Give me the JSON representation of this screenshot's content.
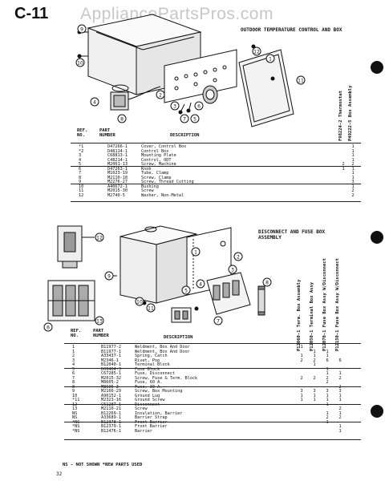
{
  "page_code": "C-11",
  "watermark": "AppliancePartsPros.com",
  "page_number": "32",
  "footnote": "NS - NOT SHOWN    *NEW PARTS USED",
  "section1": {
    "title": "OUTDOOR TEMPERATURE CONTROL AND BOX",
    "columns": [
      "F98224-2 Thermostat",
      "P49222-5 Box Assembly"
    ],
    "ref_header": [
      "REF.",
      "NO."
    ],
    "part_header": [
      "PART",
      "NUMBER"
    ],
    "desc_header": "DESCRIPTION",
    "callouts": [
      "1",
      "2",
      "3",
      "4",
      "5",
      "6",
      "7",
      "8",
      "9",
      "10",
      "11",
      "12"
    ],
    "rows": [
      {
        "ref": "1",
        "mark": "*",
        "part": "D47266-1",
        "desc": "Cover, Control Box",
        "q": [
          "",
          "1"
        ]
      },
      {
        "ref": "2",
        "mark": "*",
        "part": "D48114-1",
        "desc": "Control Box",
        "q": [
          "",
          "1"
        ]
      },
      {
        "ref": "3",
        "mark": "",
        "part": "C68813-1",
        "desc": "Mounting Plate",
        "q": [
          "",
          "1"
        ]
      },
      {
        "ref": "4",
        "mark": "",
        "part": "C48214-1",
        "desc": "Control, ODT",
        "q": [
          "",
          "1"
        ]
      },
      {
        "ref": "5",
        "mark": "",
        "part": "M2061-13",
        "desc": "Screw, Machine",
        "q": [
          "2",
          "2"
        ]
      },
      {
        "ref": "6",
        "mark": "",
        "part": "D47263-1",
        "desc": "Knob",
        "q": [
          "1",
          "1"
        ]
      },
      {
        "ref": "7",
        "mark": "",
        "part": "M1023-19",
        "desc": "Tube, Clamp",
        "q": [
          "",
          "1"
        ]
      },
      {
        "ref": "8",
        "mark": "",
        "part": "M2110-18",
        "desc": "Screw, Clamp",
        "q": [
          "",
          "1"
        ]
      },
      {
        "ref": "9",
        "mark": "",
        "part": "M2276-27",
        "desc": "Screw, Thread Cutting",
        "q": [
          "",
          "3"
        ]
      },
      {
        "ref": "10",
        "mark": "",
        "part": "A40672-1",
        "desc": "Bushing",
        "q": [
          "",
          "1"
        ]
      },
      {
        "ref": "11",
        "mark": "",
        "part": "M2015-30",
        "desc": "Screw",
        "q": [
          "",
          "2"
        ]
      },
      {
        "ref": "12",
        "mark": "",
        "part": "M2740-5",
        "desc": "Washer, Non-Metal",
        "q": [
          "",
          "2"
        ]
      }
    ]
  },
  "section2": {
    "title": "DISCONNECT AND FUSE BOX ASSEMBLY",
    "columns": [
      "P12060-1 Term. Box Assembly",
      "P12050-1 Terminal Box Assy",
      "P12070-1 Fuse Box Assy W/Disconnect",
      "P12150-1 Fuse Box Assy W/Disconnect"
    ],
    "ref_header": [
      "REF.",
      "NO."
    ],
    "part_header": [
      "PART",
      "NUMBER"
    ],
    "desc_header": "DESCRIPTION",
    "callouts": [
      "1",
      "2",
      "3",
      "4",
      "5",
      "6",
      "7",
      "8",
      "9",
      "10",
      "11",
      "12",
      "13"
    ],
    "rows": [
      {
        "ref": "1",
        "mark": "",
        "part": "B11977-2",
        "desc": "Weldment, Box And Door",
        "q": [
          "1",
          "",
          "",
          ""
        ]
      },
      {
        "ref": "1",
        "mark": "",
        "part": "B11977-1",
        "desc": "Weldment, Box And Door",
        "q": [
          "",
          "1",
          "1",
          ""
        ]
      },
      {
        "ref": "2",
        "mark": "",
        "part": "A33437-1",
        "desc": "Spring, Catch",
        "q": [
          "1",
          "1",
          "1",
          ""
        ]
      },
      {
        "ref": "3",
        "mark": "",
        "part": "M2346-1",
        "desc": "Rivet, Pop",
        "q": [
          "2",
          "2",
          "6",
          "6"
        ]
      },
      {
        "ref": "4",
        "mark": "",
        "part": "B12040-1",
        "desc": "Terminal Block",
        "q": [
          "",
          "1",
          "",
          ""
        ]
      },
      {
        "ref": "5",
        "mark": "",
        "part": "D06404-3",
        "desc": "Fuse Block",
        "q": [
          "",
          "",
          "1",
          ""
        ]
      },
      {
        "ref": "6",
        "mark": "",
        "part": "C67285-1",
        "desc": "Fuse, Disconnect",
        "q": [
          "",
          "",
          "1",
          "1"
        ]
      },
      {
        "ref": "7",
        "mark": "",
        "part": "M2015-32",
        "desc": "Screw, Fuse & Term. Block",
        "q": [
          "2",
          "2",
          "2",
          "2"
        ]
      },
      {
        "ref": "8",
        "mark": "",
        "part": "M8605-2",
        "desc": "Fuse, 60 A.",
        "q": [
          "",
          "",
          "2",
          ""
        ]
      },
      {
        "ref": "8",
        "mark": "",
        "part": "M8605-3",
        "desc": "Fuse, 30 A.",
        "q": [
          "",
          "",
          "",
          "2"
        ]
      },
      {
        "ref": "9",
        "mark": "",
        "part": "M2166-29",
        "desc": "Screw, Box Mounting",
        "q": [
          "3",
          "3",
          "3",
          "3"
        ]
      },
      {
        "ref": "10",
        "mark": "",
        "part": "A90152-1",
        "desc": "Ground Lug",
        "q": [
          "1",
          "1",
          "1",
          "1"
        ]
      },
      {
        "ref": "11",
        "mark": "*",
        "part": "M2323-16",
        "desc": "Ground Screw",
        "q": [
          "1",
          "1",
          "1",
          "1"
        ]
      },
      {
        "ref": "12",
        "mark": "",
        "part": "C61287-1",
        "desc": "Disconnect",
        "q": [
          "",
          "",
          "1",
          ""
        ]
      },
      {
        "ref": "13",
        "mark": "",
        "part": "M2110-21",
        "desc": "Screw",
        "q": [
          "",
          "",
          "",
          "2"
        ]
      },
      {
        "ref": "NS",
        "mark": "",
        "part": "B12269-1",
        "desc": "Insulation, Barrier",
        "q": [
          "",
          "",
          "1",
          "1"
        ]
      },
      {
        "ref": "NS",
        "mark": "",
        "part": "A33689-1",
        "desc": "Barrier Strap",
        "q": [
          "",
          "",
          "2",
          "2"
        ]
      },
      {
        "ref": "NS",
        "mark": "*",
        "part": "B12378-1",
        "desc": "Front Barrier",
        "q": [
          "",
          "",
          "1",
          ""
        ]
      },
      {
        "ref": "NS",
        "mark": "*",
        "part": "B12379-1",
        "desc": "Front Barrier",
        "q": [
          "",
          "",
          "",
          "1"
        ]
      },
      {
        "ref": "NS",
        "mark": "*",
        "part": "B12476-1",
        "desc": "Barrier",
        "q": [
          "",
          "",
          "",
          "1"
        ]
      }
    ]
  }
}
